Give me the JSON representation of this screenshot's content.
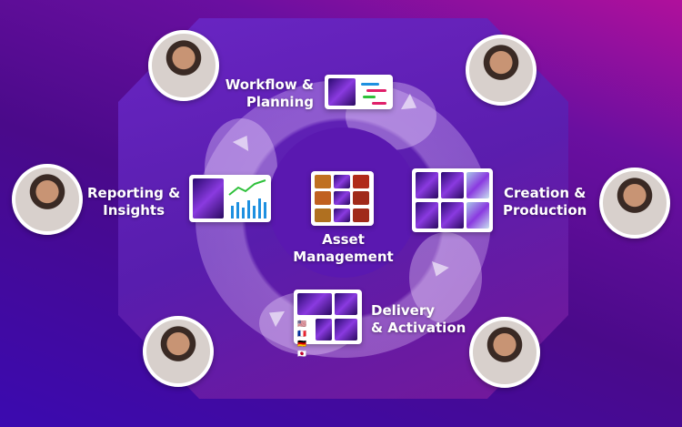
{
  "center": {
    "label_1": "Asset",
    "label_2": "Management"
  },
  "stages": [
    {
      "label_1": "Workflow &",
      "label_2": "Planning"
    },
    {
      "label_1": "Reporting &",
      "label_2": "Insights"
    },
    {
      "label_1": "Creation &",
      "label_2": "Production"
    },
    {
      "label_1": "Delivery",
      "label_2": "& Activation"
    }
  ],
  "colors": {
    "accent": "#6a28c8",
    "ring": "#e6c8ff",
    "chart_line": "#2ec03a",
    "chart_bars": "#1e90e0"
  }
}
